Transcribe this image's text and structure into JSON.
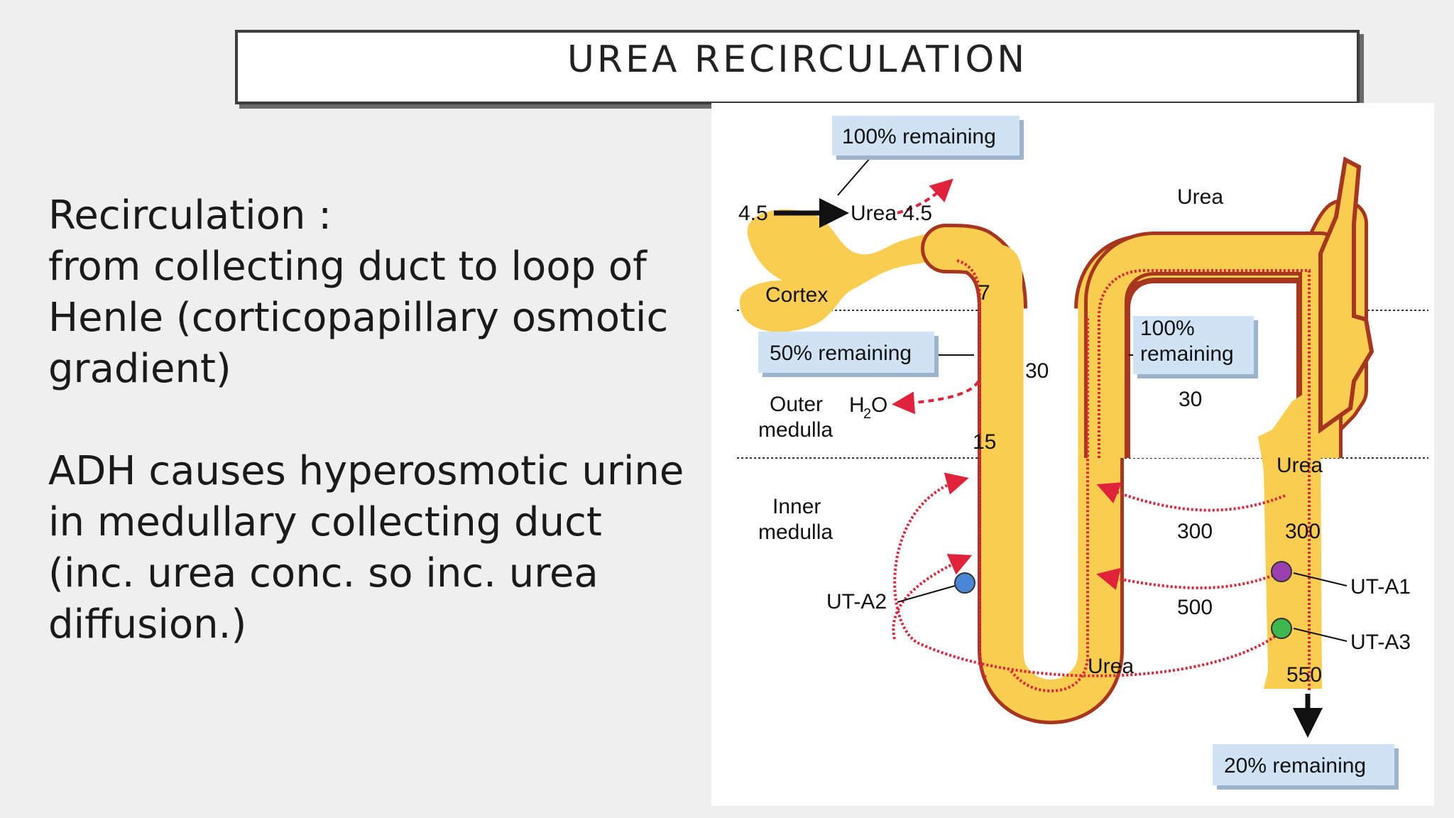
{
  "title": "UREA RECIRCULATION",
  "text": {
    "heading": " Recirculation :",
    "line1": "from collecting duct to loop of Henle (corticopapillary osmotic gradient)",
    "line2": "ADH causes hyperosmotic urine in medullary collecting duct (inc. urea conc. so inc. urea diffusion.)"
  },
  "diagram": {
    "box_top": "100% remaining",
    "box_mid_left": "50% remaining",
    "box_mid_right_1": "100%",
    "box_mid_right_2": "remaining",
    "box_bottom": "20% remaining",
    "in_value": "4.5",
    "urea_in": "Urea 4.5",
    "zone_cortex": "Cortex",
    "zone_outer_1": "Outer",
    "zone_outer_2": "medulla",
    "zone_inner_1": "Inner",
    "zone_inner_2": "medulla",
    "water_h": "H",
    "water_sub": "2",
    "water_o": "O",
    "val_7": "7",
    "val_15": "15",
    "val_30_left": "30",
    "val_30_right": "30",
    "val_300_mid": "300",
    "val_300_right": "300",
    "val_500": "500",
    "val_550": "550",
    "urea_top": "Urea",
    "urea_right": "Urea",
    "urea_bottom": "Urea",
    "transporter_a2": "UT-A2",
    "transporter_a1": "UT-A1",
    "transporter_a3": "UT-A3",
    "colors": {
      "tubule_fill": "#f9cd4f",
      "tubule_wall": "#a6361f",
      "urea_flow": "#e0233b",
      "label_box": "#cfe3f5",
      "ut_a2": "#4a86d6",
      "ut_a1": "#9a3fb0",
      "ut_a3": "#3db84f"
    }
  }
}
